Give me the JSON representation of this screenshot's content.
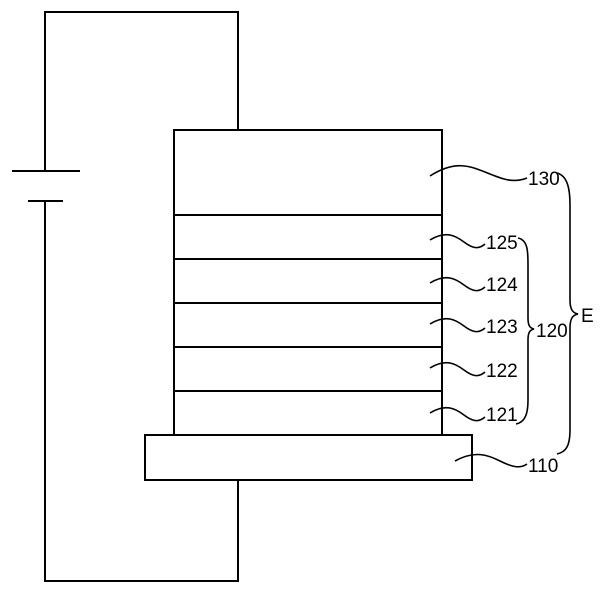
{
  "diagram": {
    "labels": {
      "electrode_top": "130",
      "layer_125": "125",
      "layer_124": "124",
      "layer_123": "123",
      "layer_122": "122",
      "layer_121": "121",
      "stack_group": "120",
      "device_group": "E",
      "substrate": "110"
    }
  }
}
